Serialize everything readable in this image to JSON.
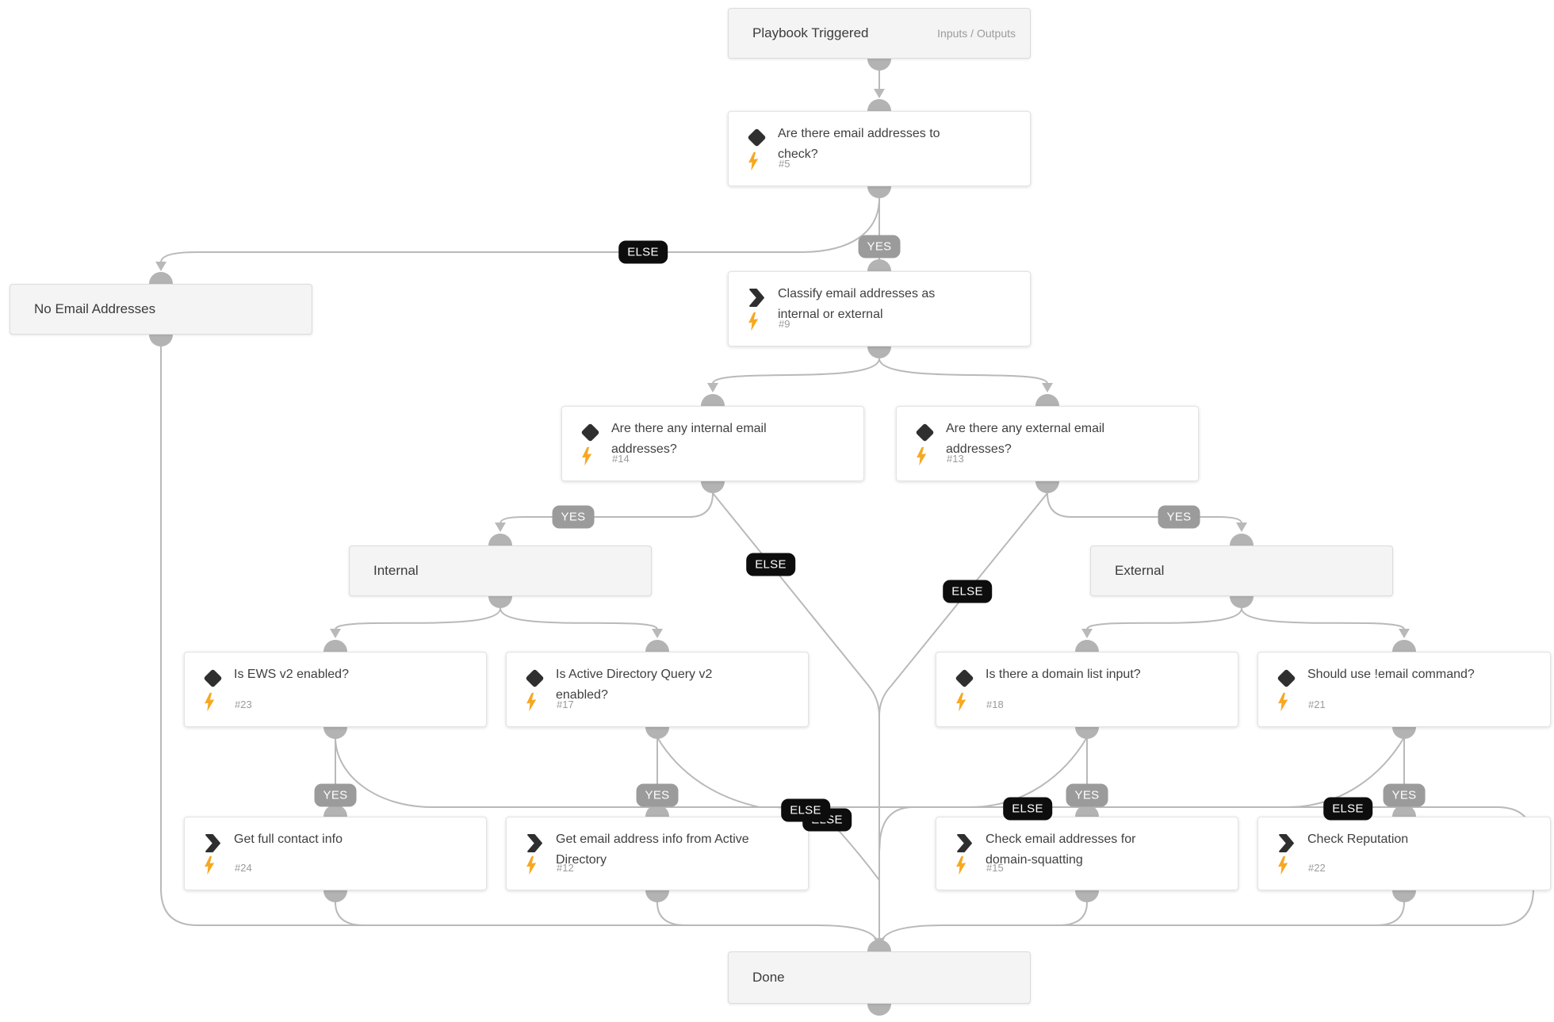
{
  "labels": {
    "yes": "YES",
    "else": "ELSE"
  },
  "nodes": {
    "playbook": {
      "label": "Playbook Triggered",
      "meta": "Inputs / Outputs"
    },
    "cond5": {
      "label": "Are there email addresses to check?",
      "id": "#5"
    },
    "noemail": {
      "label": "No Email Addresses"
    },
    "task9": {
      "label": "Classify email addresses as internal or external",
      "id": "#9"
    },
    "cond14": {
      "label": "Are there any internal email addresses?",
      "id": "#14"
    },
    "cond13": {
      "label": "Are there any external email addresses?",
      "id": "#13"
    },
    "internal": {
      "label": "Internal"
    },
    "external": {
      "label": "External"
    },
    "cond23": {
      "label": "Is EWS v2 enabled?",
      "id": "#23"
    },
    "cond17": {
      "label": "Is Active Directory Query v2 enabled?",
      "id": "#17"
    },
    "cond18": {
      "label": "Is there a domain list input?",
      "id": "#18"
    },
    "cond21": {
      "label": "Should use !email command?",
      "id": "#21"
    },
    "task24": {
      "label": "Get full contact info",
      "id": "#24"
    },
    "task12": {
      "label": "Get email address info from Active Directory",
      "id": "#12"
    },
    "task15": {
      "label": "Check email addresses for domain-squatting",
      "id": "#15"
    },
    "task22": {
      "label": "Check Reputation",
      "id": "#22"
    },
    "done": {
      "label": "Done"
    }
  },
  "colors": {
    "edge": "#b9b9b9",
    "connector": "#b3b3b3",
    "yes-badge-bg": "#9b9b9b",
    "else-badge-bg": "#0d0d0d",
    "badge-text": "#ffffff",
    "card-bg": "#ffffff",
    "card-border": "#e3e3e3",
    "section-bg": "#f4f4f4",
    "section-border": "#dcdcdc",
    "title-text": "#404040",
    "muted-text": "#9b9b9b",
    "icon": "#2f2f2f",
    "bolt": "#f6a821"
  }
}
